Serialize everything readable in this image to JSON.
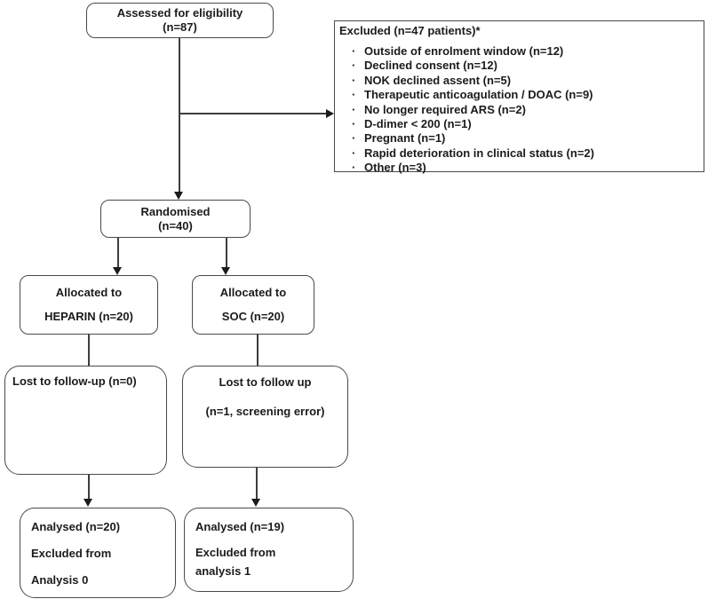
{
  "colors": {
    "background": "#ffffff",
    "box_border": "#4a4a4a",
    "text": "#1b1b1b",
    "connector": "#3d3d3d"
  },
  "flow": {
    "assessed": {
      "line1": "Assessed for eligibility",
      "line2": "(n=87)"
    },
    "excluded": {
      "title": "Excluded (n=47 patients)*",
      "reasons": [
        "Outside of enrolment window (n=12)",
        "Declined consent (n=12)",
        "NOK declined assent (n=5)",
        "Therapeutic anticoagulation / DOAC (n=9)",
        "No longer required ARS (n=2)",
        "D-dimer < 200 (n=1)",
        "Pregnant (n=1)",
        "Rapid deterioration in clinical status (n=2)",
        "Other (n=3)"
      ]
    },
    "randomised": {
      "line1": "Randomised",
      "line2": "(n=40)"
    },
    "alloc_heparin": {
      "line1": "Allocated to",
      "line2": "HEPARIN (n=20)"
    },
    "alloc_soc": {
      "line1": "Allocated to",
      "line2": "SOC (n=20)"
    },
    "lost_heparin": {
      "line1": "Lost to follow-up (n=0)"
    },
    "lost_soc": {
      "line1": "Lost to follow up",
      "line2": "(n=1, screening error)"
    },
    "analysed_heparin": {
      "line1": "Analysed (n=20)",
      "line2": "Excluded from",
      "line3": "Analysis 0"
    },
    "analysed_soc": {
      "line1": "Analysed (n=19)",
      "line2": "Excluded from",
      "line3": "analysis 1"
    }
  }
}
